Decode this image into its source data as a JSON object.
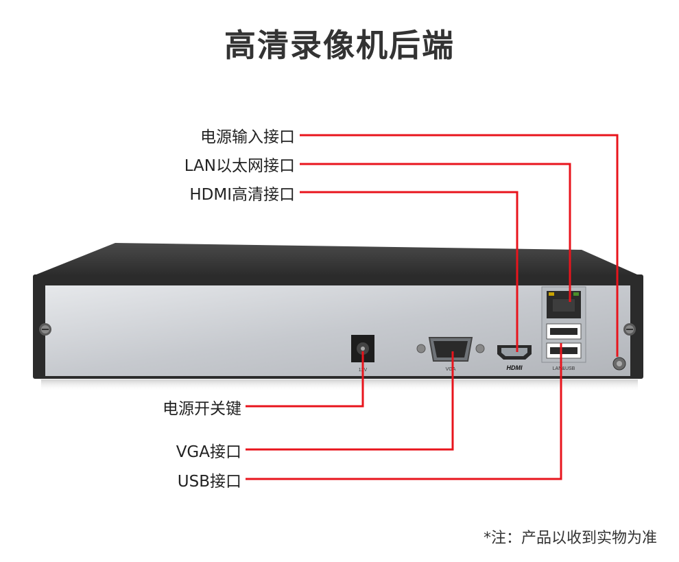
{
  "title": "高清录像机后端",
  "callouts_top": [
    {
      "id": "power-input",
      "label": "电源输入接口"
    },
    {
      "id": "lan",
      "label": "LAN以太网接口"
    },
    {
      "id": "hdmi",
      "label": "HDMI高清接口"
    }
  ],
  "callouts_bottom": [
    {
      "id": "power-switch",
      "label": "电源开关键"
    },
    {
      "id": "vga",
      "label": "VGA接口"
    },
    {
      "id": "usb",
      "label": "USB接口"
    }
  ],
  "panel_labels": {
    "dc": "12V",
    "vga": "VGA",
    "hdmi": "HDMI",
    "lanusb": "LAN&USB"
  },
  "note": "*注：产品以收到实物为准",
  "colors": {
    "line": "#e8141c",
    "chassis": "#2b2b2b",
    "panel": "#c9ccd1"
  }
}
